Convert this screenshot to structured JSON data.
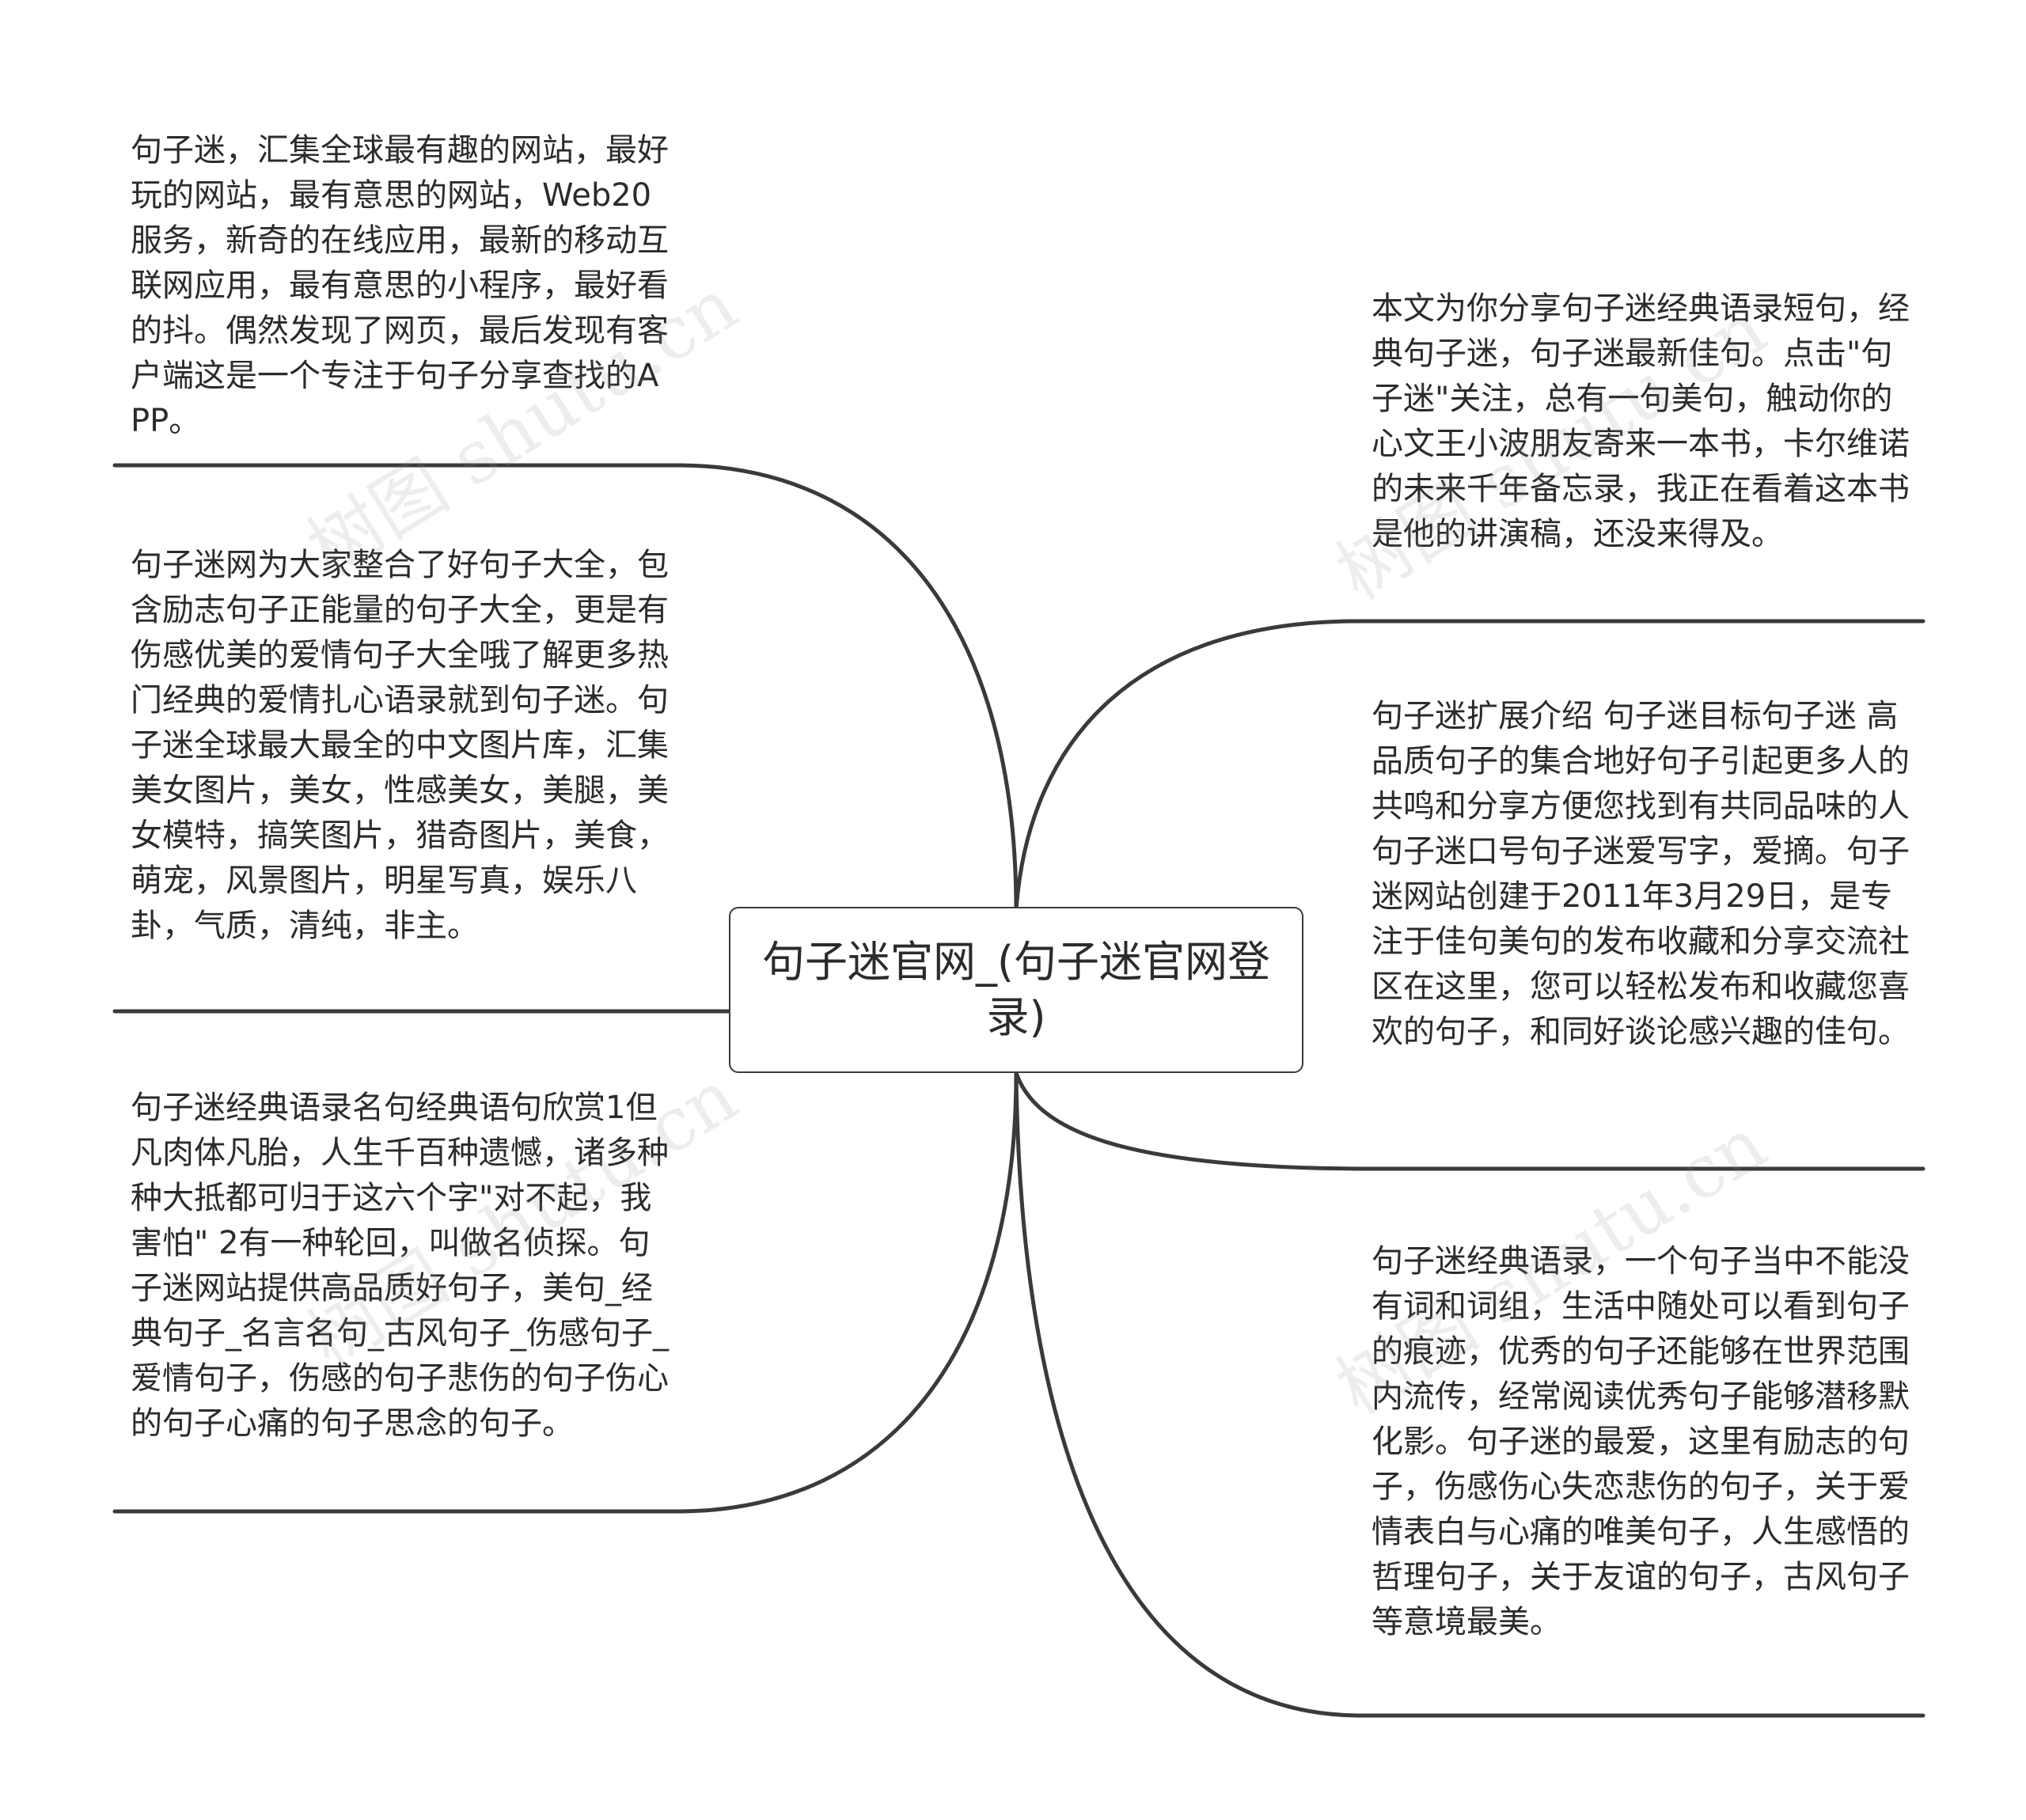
{
  "root": {
    "title": "句子迷官网_(句子迷官网登录)"
  },
  "left_nodes": [
    {
      "text": "句子迷，汇集全球最有趣的网站，最好玩的网站，最有意思的网站，Web20服务，新奇的在线应用，最新的移动互联网应用，最有意思的小程序，最好看的抖。偶然发现了网页，最后发现有客户端这是一个专注于句子分享查找的APP。"
    },
    {
      "text": "句子迷网为大家整合了好句子大全，包含励志句子正能量的句子大全，更是有伤感优美的爱情句子大全哦了解更多热门经典的爱情扎心语录就到句子迷。句子迷全球最大最全的中文图片库，汇集美女图片，美女，性感美女，美腿，美女模特，搞笑图片，猎奇图片，美食，萌宠，风景图片，明星写真，娱乐八卦，气质，清纯，非主。"
    },
    {
      "text": "句子迷经典语录名句经典语句欣赏1但凡肉体凡胎，人生千百种遗憾，诸多种种大抵都可归于这六个字\"对不起，我害怕\" 2有一种轮回，叫做名侦探。句子迷网站提供高品质好句子，美句_经典句子_名言名句_古风句子_伤感句子_爱情句子，伤感的句子悲伤的句子伤心的句子心痛的句子思念的句子。"
    }
  ],
  "right_nodes": [
    {
      "text": "本文为你分享句子迷经典语录短句，经典句子迷，句子迷最新佳句。点击\"句子迷\"关注，总有一句美句，触动你的心文王小波朋友寄来一本书，卡尔维诺的未来千年备忘录，我正在看着这本书是他的讲演稿，还没来得及。"
    },
    {
      "text": "句子迷扩展介绍  句子迷目标句子迷 高品质句子的集合地好句子引起更多人的共鸣和分享方便您找到有共同品味的人 句子迷口号句子迷爱写字，爱摘。句子迷网站创建于2011年3月29日，是专注于佳句美句的发布收藏和分享交流社区在这里，您可以轻松发布和收藏您喜欢的句子，和同好谈论感兴趣的佳句。"
    },
    {
      "text": "句子迷经典语录，一个句子当中不能没有词和词组，生活中随处可以看到句子的痕迹，优秀的句子还能够在世界范围内流传，经常阅读优秀句子能够潜移默化影。句子迷的最爱，这里有励志的句子，伤感伤心失恋悲伤的句子，关于爱情表白与心痛的唯美句子，人生感悟的哲理句子，关于友谊的句子，古风句子等意境最美。"
    }
  ],
  "watermark": {
    "text": "树图 shutu.cn"
  },
  "colors": {
    "line": "#3a3a3a",
    "text": "#2b2b2b",
    "background": "#ffffff"
  }
}
